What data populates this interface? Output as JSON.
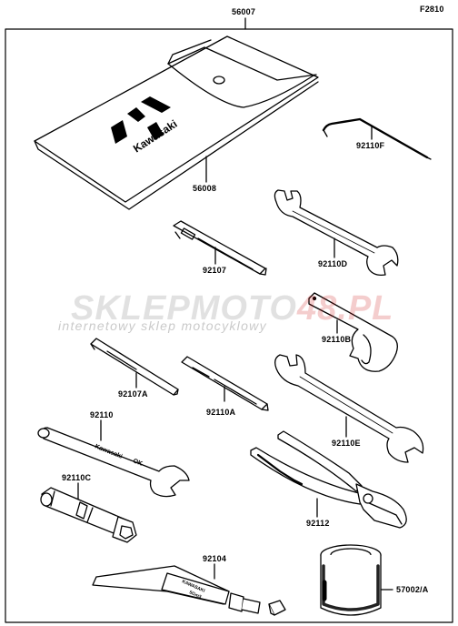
{
  "header": {
    "top_part": "56007",
    "figure_code": "F2810"
  },
  "parts": {
    "p56008": "56008",
    "p92110F": "92110F",
    "p92107": "92107",
    "p92110D": "92110D",
    "p92110B": "92110B",
    "p92107A": "92107A",
    "p92110A": "92110A",
    "p92110": "92110",
    "p92110E": "92110E",
    "p92110C": "92110C",
    "p92112": "92112",
    "p92104": "92104",
    "p57002A": "57002/A"
  },
  "pouch_brand": "Kawasaki",
  "watermark": {
    "main_left": "SKLEPMOTO",
    "main_right": "48.PL",
    "subtitle": "internetowy sklep motocyklowy"
  }
}
